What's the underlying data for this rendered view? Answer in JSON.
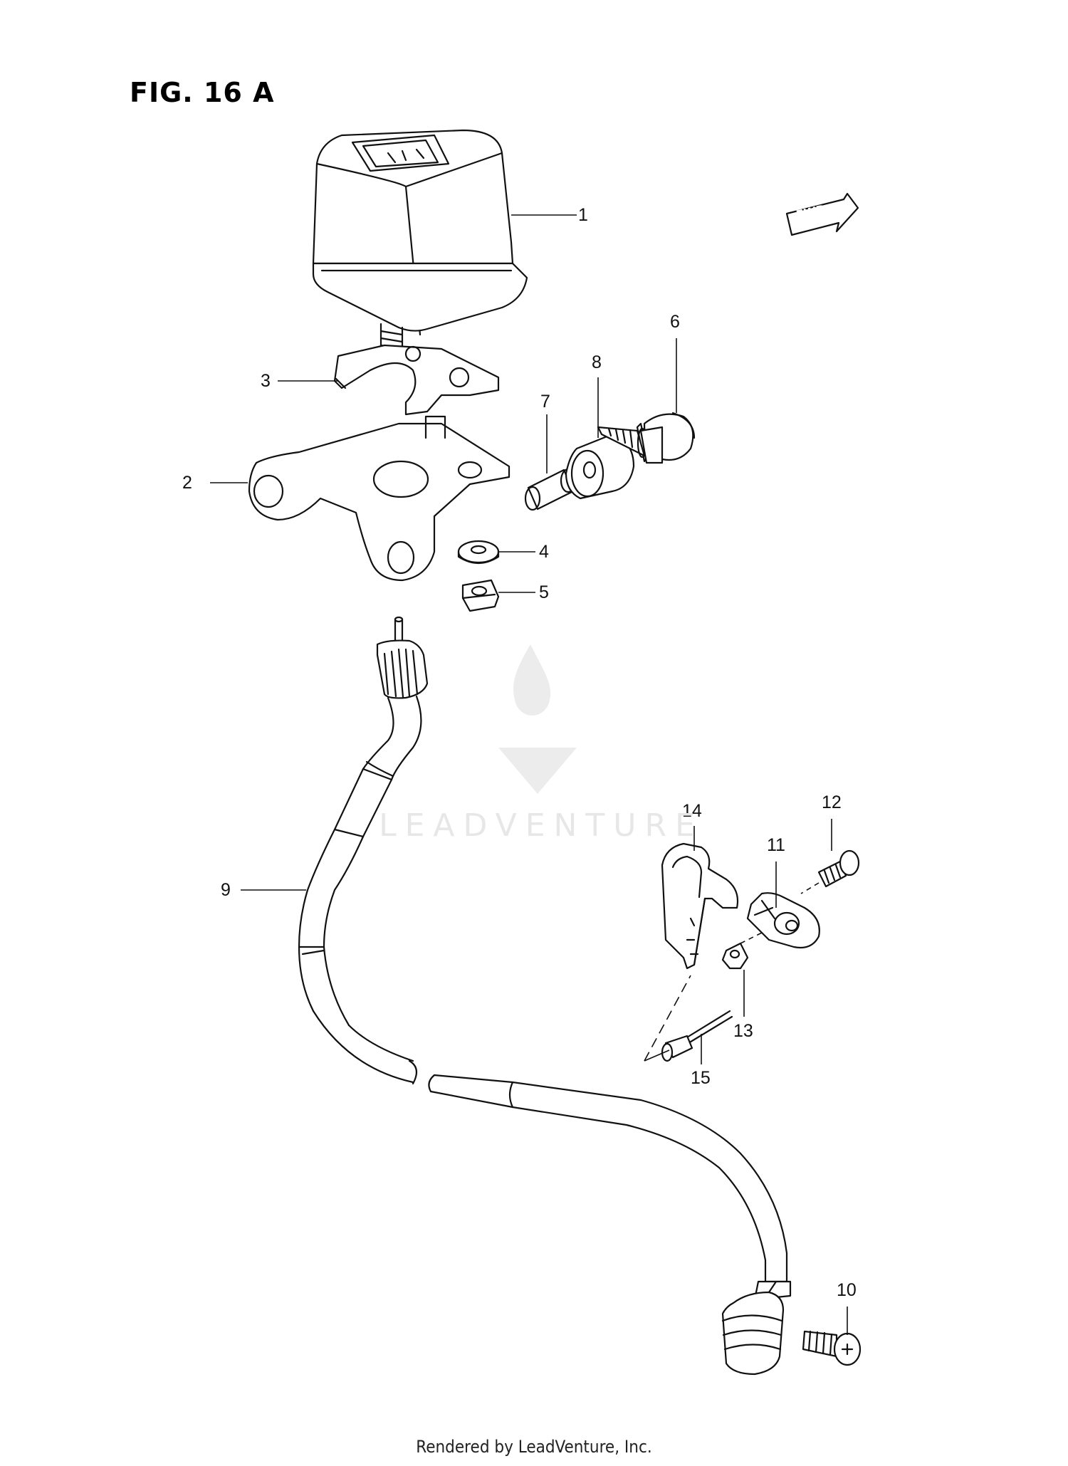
{
  "figure": {
    "title": "FIG. 16 A"
  },
  "direction_marker": {
    "label": "FWD",
    "icon": "fwd-arrow-icon"
  },
  "parts": [
    {
      "id": "1",
      "label": "1"
    },
    {
      "id": "2",
      "label": "2"
    },
    {
      "id": "3",
      "label": "3"
    },
    {
      "id": "4",
      "label": "4"
    },
    {
      "id": "5",
      "label": "5"
    },
    {
      "id": "6",
      "label": "6"
    },
    {
      "id": "7",
      "label": "7"
    },
    {
      "id": "8",
      "label": "8"
    },
    {
      "id": "9",
      "label": "9"
    },
    {
      "id": "10",
      "label": "10"
    },
    {
      "id": "11",
      "label": "11"
    },
    {
      "id": "12",
      "label": "12"
    },
    {
      "id": "13",
      "label": "13"
    },
    {
      "id": "14",
      "label": "14"
    },
    {
      "id": "15",
      "label": "15"
    }
  ],
  "watermark": {
    "text": "LEADVENTURE"
  },
  "footer": {
    "text": "Rendered by LeadVenture, Inc."
  },
  "colors": {
    "line": "#111111",
    "background": "#ffffff",
    "watermark": "#e7e7e7"
  }
}
